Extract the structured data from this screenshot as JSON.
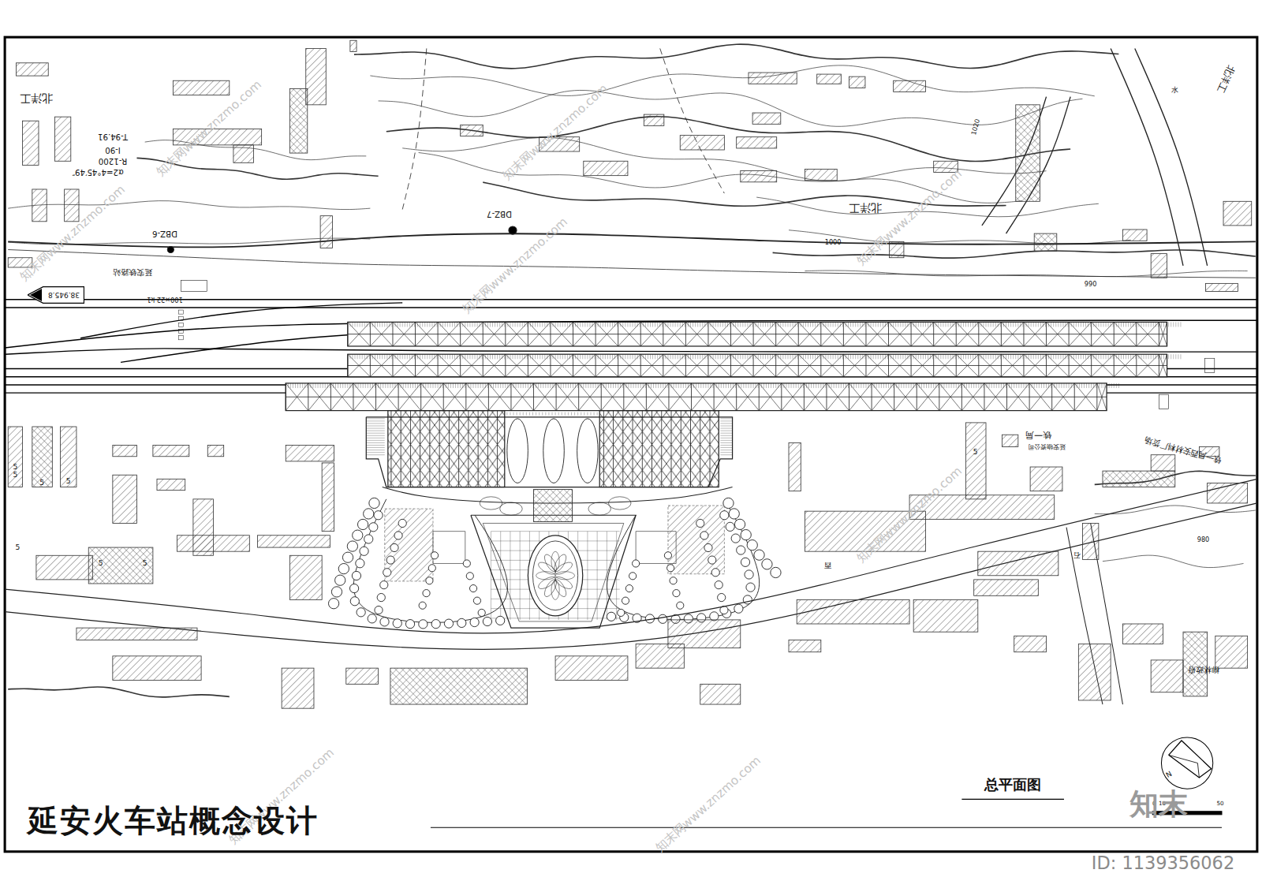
{
  "diagram": {
    "title": "延安火车站概念设计",
    "caption": "总平面图",
    "nodes": [
      {
        "text": [
          "38.945.8"
        ]
      }
    ],
    "labels": [
      "北洋工",
      "T-94.91",
      "I-90",
      "R-1200",
      "α2=4°45′49″",
      "DBZ-6",
      "DBZ-7",
      "延安铁路站",
      "100×22 k1",
      "北洋工",
      "北洋工",
      "水",
      "1020",
      "1000",
      "990",
      "980",
      "铁一局",
      "延安物资公司",
      "铁一局西安材料厂货场",
      "柳林政府",
      "西",
      "石",
      "5",
      "5",
      "5",
      "5",
      "5",
      "5",
      "5",
      "5",
      "N",
      "0",
      "10",
      "20",
      "50",
      "知末",
      "ID: 1139356062",
      "知末网www.znzmo.com",
      "知末网www.znzmo.com",
      "知末网www.znzmo.com",
      "知末网www.znzmo.com",
      "知末网www.znzmo.com",
      "知末网www.znzmo.com",
      "知末网www.znzmo.com",
      "知末网www.znzmo.com"
    ]
  }
}
